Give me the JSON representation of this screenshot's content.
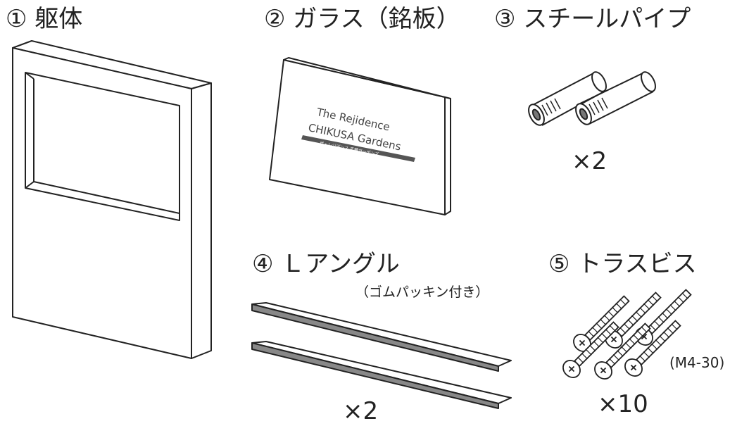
{
  "parts": [
    {
      "label": "① 躯体"
    },
    {
      "label": "② ガラス（銘板）",
      "plate_line1": "The Rejidence",
      "plate_line2": "CHIKUSA Gardens",
      "plate_sub": "ザ・レジデンス 千種ガーデンズ"
    },
    {
      "label": "③ スチールパイプ",
      "qty": "×2"
    },
    {
      "label": "④ Ｌアングル",
      "note": "（ゴムパッキン付き）",
      "qty": "×2"
    },
    {
      "label": "⑤ トラスビス",
      "spec": "(M4-30)",
      "qty": "×10"
    }
  ]
}
